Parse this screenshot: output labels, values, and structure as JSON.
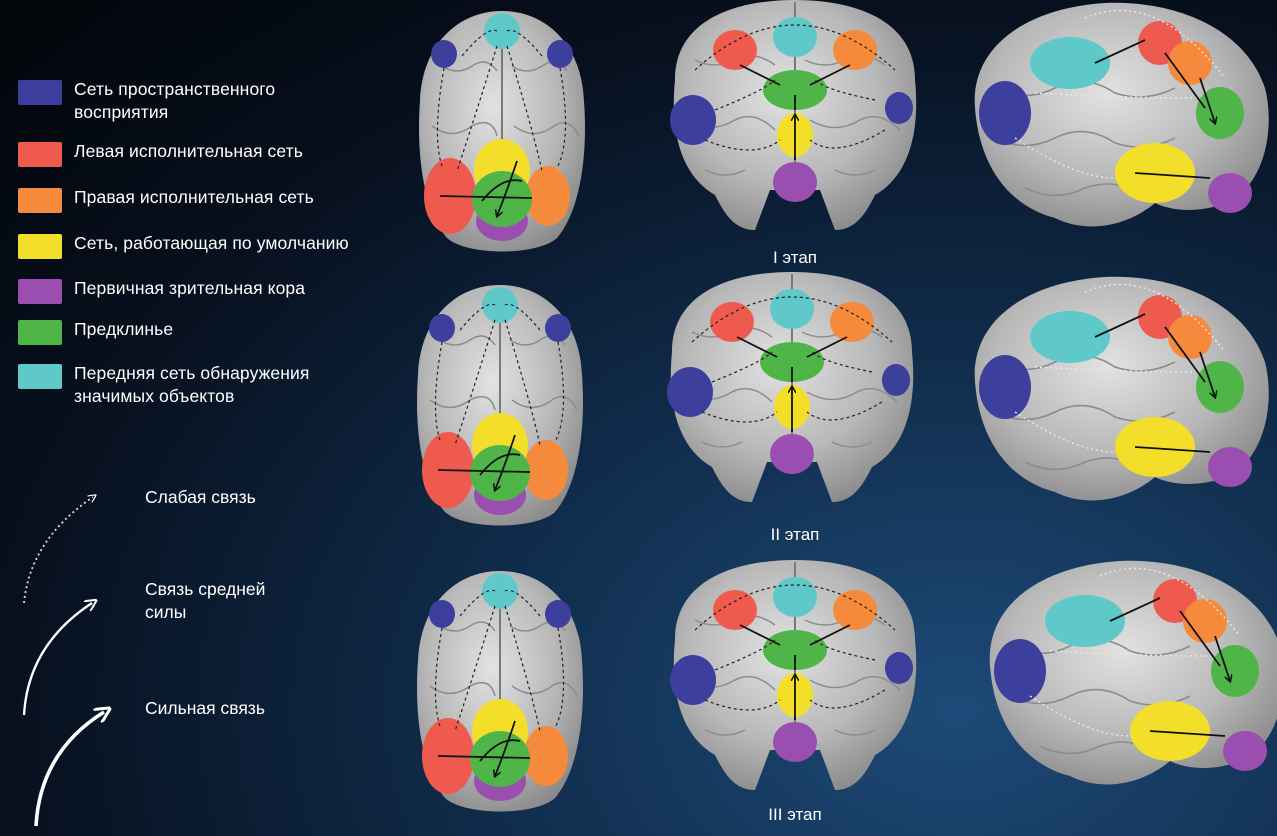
{
  "legend": {
    "items": [
      {
        "label": "Сеть пространственного восприятия",
        "color": "#3c3f9c"
      },
      {
        "label": "Левая исполнительная сеть",
        "color": "#ef5a4f"
      },
      {
        "label": "Правая исполнительная сеть",
        "color": "#f58a3c"
      },
      {
        "label": "Сеть, работающая по умолчанию",
        "color": "#f3de2a"
      },
      {
        "label": "Первичная зрительная кора",
        "color": "#9a4fb0"
      },
      {
        "label": "Предклинье",
        "color": "#4fb548"
      },
      {
        "label": "Передняя сеть обнаружения значимых объектов",
        "color": "#5fc8c8"
      }
    ]
  },
  "connections": {
    "weak": "Слабая связь",
    "medium": "Связь средней силы",
    "strong": "Сильная связь"
  },
  "stages": [
    "I этап",
    "II этап",
    "III этап"
  ],
  "colors": {
    "spatial": "#3c3f9c",
    "left_exec": "#ef5a4f",
    "right_exec": "#f58a3c",
    "default": "#f3de2a",
    "visual": "#9a4fb0",
    "precuneus": "#4fb548",
    "salience": "#5fc8c8",
    "brain": "#b9b9b9"
  }
}
